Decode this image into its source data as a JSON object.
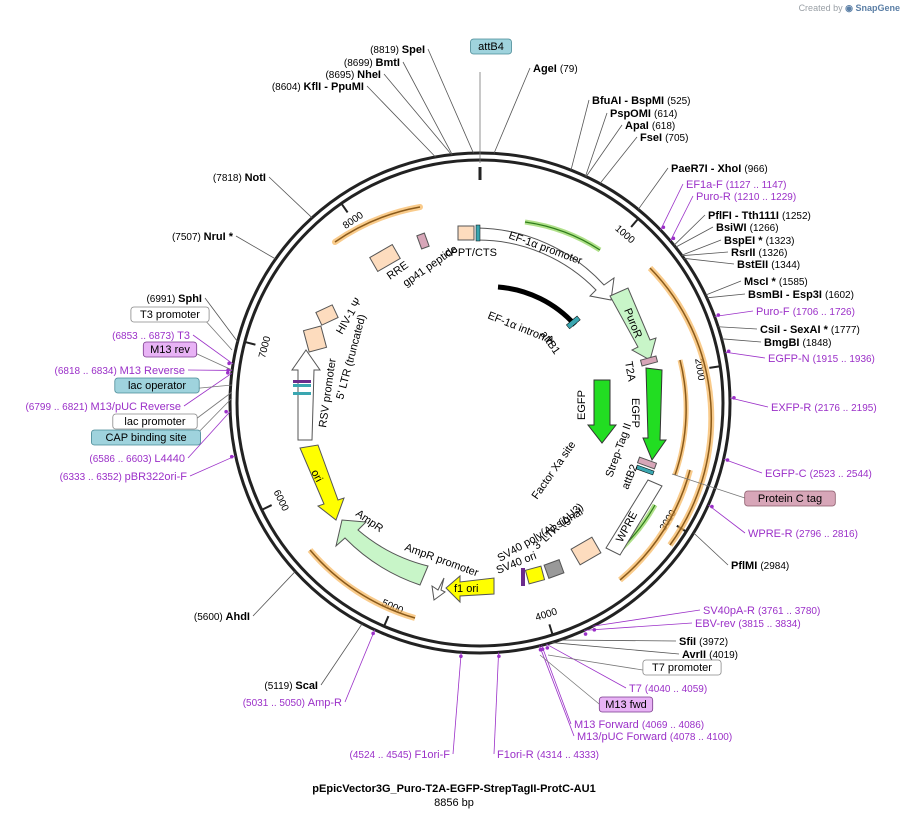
{
  "app": {
    "watermark_prefix": "Created by",
    "watermark_brand": "SnapGene"
  },
  "plasmid": {
    "name": "pEpicVector3G_Puro-T2A-EGFP-StrepTagII-ProtC-AU1",
    "length_label": "8856 bp",
    "length": 8856
  },
  "colors": {
    "primer": "#9b30c8",
    "orange_feature": "#f7b55a",
    "ltr": "#fddcbe",
    "promoter_green": "#c8f5c8",
    "egfp": "#22dd22",
    "ori": "#ffff00",
    "grey_box": "#999999",
    "pink": "#d7a6b8",
    "blue_badge": "#9fd3dd"
  },
  "ruler": [
    {
      "pos": 1000,
      "label": "1000"
    },
    {
      "pos": 2000,
      "label": "2000"
    },
    {
      "pos": 3000,
      "label": "3000"
    },
    {
      "pos": 4000,
      "label": "4000"
    },
    {
      "pos": 5000,
      "label": "5000"
    },
    {
      "pos": 6000,
      "label": "6000"
    },
    {
      "pos": 7000,
      "label": "7000"
    },
    {
      "pos": 8000,
      "label": "8000"
    }
  ],
  "enzymes_right": [
    {
      "name": "AgeI",
      "coord": "(79)",
      "pos": 79
    },
    {
      "name": "BfuAI - BspMI",
      "coord": "(525)",
      "pos": 525
    },
    {
      "name": "PspOMI",
      "coord": "(614)",
      "pos": 614
    },
    {
      "name": "ApaI",
      "coord": "(618)",
      "pos": 618
    },
    {
      "name": "FseI",
      "coord": "(705)",
      "pos": 705
    },
    {
      "name": "PaeR7I - XhoI",
      "coord": "(966)",
      "pos": 966
    },
    {
      "name": "PflFI - Tth111I",
      "coord": "(1252)",
      "pos": 1252
    },
    {
      "name": "BsiWI",
      "coord": "(1266)",
      "pos": 1266
    },
    {
      "name": "BspEI *",
      "coord": "(1323)",
      "pos": 1323
    },
    {
      "name": "RsrII",
      "coord": "(1326)",
      "pos": 1326
    },
    {
      "name": "BstEII",
      "coord": "(1344)",
      "pos": 1344
    },
    {
      "name": "MscI *",
      "coord": "(1585)",
      "pos": 1585
    },
    {
      "name": "BsmBI - Esp3I",
      "coord": "(1602)",
      "pos": 1602
    },
    {
      "name": "CsiI - SexAI *",
      "coord": "(1777)",
      "pos": 1777
    },
    {
      "name": "BmgBI",
      "coord": "(1848)",
      "pos": 1848
    },
    {
      "name": "PflMI",
      "coord": "(2984)",
      "pos": 2984
    },
    {
      "name": "SfiI",
      "coord": "(3972)",
      "pos": 3972
    },
    {
      "name": "AvrII",
      "coord": "(4019)",
      "pos": 4019
    }
  ],
  "enzymes_left": [
    {
      "name": "SpeI",
      "coord": "(8819)",
      "pos": 8819
    },
    {
      "name": "BmtI",
      "coord": "(8699)",
      "pos": 8699
    },
    {
      "name": "NheI",
      "coord": "(8695)",
      "pos": 8695
    },
    {
      "name": "KflI - PpuMI",
      "coord": "(8604)",
      "pos": 8604
    },
    {
      "name": "NotI",
      "coord": "(7818)",
      "pos": 7818
    },
    {
      "name": "NruI *",
      "coord": "(7507)",
      "pos": 7507
    },
    {
      "name": "SphI",
      "coord": "(6991)",
      "pos": 6991
    },
    {
      "name": "AhdI",
      "coord": "(5600)",
      "pos": 5600
    },
    {
      "name": "ScaI",
      "coord": "(5119)",
      "pos": 5119
    }
  ],
  "primers_right": [
    {
      "name": "EF1a-F",
      "coord": "(1127 .. 1147)",
      "pos": 1137
    },
    {
      "name": "Puro-R",
      "coord": "(1210 .. 1229)",
      "pos": 1220
    },
    {
      "name": "Puro-F",
      "coord": "(1706 .. 1726)",
      "pos": 1716
    },
    {
      "name": "EGFP-N",
      "coord": "(1915 .. 1936)",
      "pos": 1925
    },
    {
      "name": "EXFP-R",
      "coord": "(2176 .. 2195)",
      "pos": 2185
    },
    {
      "name": "EGFP-C",
      "coord": "(2523 .. 2544)",
      "pos": 2533
    },
    {
      "name": "WPRE-R",
      "coord": "(2796 .. 2816)",
      "pos": 2806
    },
    {
      "name": "SV40pA-R",
      "coord": "(3761 .. 3780)",
      "pos": 3770
    },
    {
      "name": "EBV-rev",
      "coord": "(3815 .. 3834)",
      "pos": 3824
    }
  ],
  "primers_bottom": [
    {
      "name": "T7",
      "coord": "(4040 .. 4059)",
      "pos": 4050
    },
    {
      "name": "M13 Forward",
      "coord": "(4069 .. 4086)",
      "pos": 4077
    },
    {
      "name": "M13/pUC Forward",
      "coord": "(4078 .. 4100)",
      "pos": 4089
    },
    {
      "name": "F1ori-R",
      "coord": "(4314 .. 4333)",
      "pos": 4323
    },
    {
      "name": "F1ori-F",
      "coord": "(4524 .. 4545)",
      "pos": 4534
    },
    {
      "name": "Amp-R",
      "coord": "(5031 .. 5050)",
      "pos": 5040
    }
  ],
  "primers_left": [
    {
      "name": "pBR322ori-F",
      "coord": "(6333 .. 6352)",
      "pos": 6342
    },
    {
      "name": "L4440",
      "coord": "(6586 .. 6603)",
      "pos": 6594
    },
    {
      "name": "M13/pUC Reverse",
      "coord": "(6799 .. 6821)",
      "pos": 6810
    },
    {
      "name": "M13 Reverse",
      "coord": "(6818 .. 6834)",
      "pos": 6826
    },
    {
      "name": "T3",
      "coord": "(6853 .. 6873)",
      "pos": 6863
    }
  ],
  "boxed_labels": [
    {
      "text": "attB4",
      "style": "blue"
    },
    {
      "text": "Protein C tag",
      "style": "pink"
    },
    {
      "text": "T7 promoter",
      "style": "white"
    },
    {
      "text": "M13 fwd",
      "style": "purple"
    },
    {
      "text": "T3 promoter",
      "style": "white"
    },
    {
      "text": "M13 rev",
      "style": "purple"
    },
    {
      "text": "lac operator",
      "style": "blue"
    },
    {
      "text": "lac promoter",
      "style": "white"
    },
    {
      "text": "CAP binding site",
      "style": "blue"
    }
  ],
  "features": [
    {
      "name": "cPPT/CTS"
    },
    {
      "name": "EF-1α promoter"
    },
    {
      "name": "EF-1α intron A"
    },
    {
      "name": "attB1"
    },
    {
      "name": "PuroR"
    },
    {
      "name": "T2A"
    },
    {
      "name": "EGFP"
    },
    {
      "name": "EGFP"
    },
    {
      "name": "Strep-Tag II"
    },
    {
      "name": "attB2"
    },
    {
      "name": "Factor Xa site"
    },
    {
      "name": "WPRE"
    },
    {
      "name": "3' LTR (ΔU3)"
    },
    {
      "name": "SV40 poly(A) signal"
    },
    {
      "name": "SV40 ori"
    },
    {
      "name": "f1 ori"
    },
    {
      "name": "AmpR promoter"
    },
    {
      "name": "AmpR"
    },
    {
      "name": "ori"
    },
    {
      "name": "RSV promoter"
    },
    {
      "name": "5' LTR (truncated)"
    },
    {
      "name": "HIV-1 Ψ"
    },
    {
      "name": "RRE"
    },
    {
      "name": "gp41 peptide"
    }
  ]
}
